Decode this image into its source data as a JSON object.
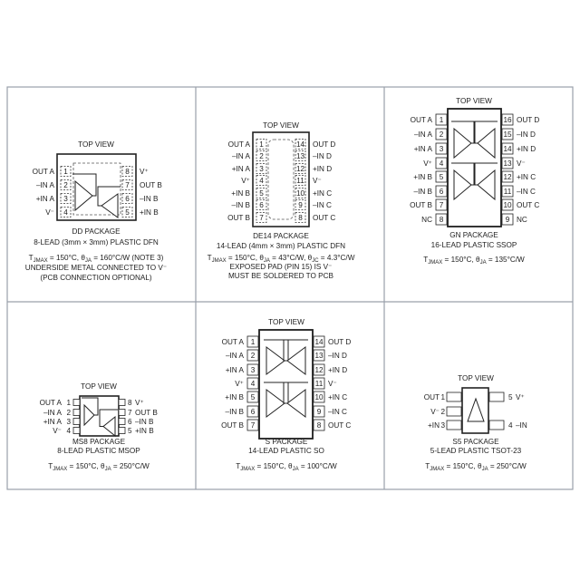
{
  "packages": [
    {
      "top_view": "TOP VIEW",
      "name": "DD PACKAGE",
      "desc": "8-LEAD (3mm × 3mm) PLASTIC DFN",
      "thermal": [
        {
          "t": "T"
        },
        {
          "t": "JMAX",
          "sub": true
        },
        {
          "t": " = 150°C, θ"
        },
        {
          "t": "JA",
          "sub": true
        },
        {
          "t": " = 160°C/W (NOTE 3)"
        }
      ],
      "notes": [
        "UNDERSIDE METAL CONNECTED TO V⁻",
        "(PCB CONNECTION OPTIONAL)"
      ],
      "left_pins": [
        {
          "num": "1",
          "label": "OUT A"
        },
        {
          "num": "2",
          "label": "–IN A"
        },
        {
          "num": "3",
          "label": "+IN A"
        },
        {
          "num": "4",
          "label": "V⁻"
        }
      ],
      "right_pins": [
        {
          "num": "8",
          "label": "V⁺"
        },
        {
          "num": "7",
          "label": "OUT B"
        },
        {
          "num": "6",
          "label": "–IN B"
        },
        {
          "num": "5",
          "label": "+IN B"
        }
      ]
    },
    {
      "top_view": "TOP VIEW",
      "name": "DE14 PACKAGE",
      "desc": "14-LEAD (4mm × 3mm) PLASTIC DFN",
      "thermal": [
        {
          "t": "T"
        },
        {
          "t": "JMAX",
          "sub": true
        },
        {
          "t": " = 150°C, θ"
        },
        {
          "t": "JA",
          "sub": true
        },
        {
          "t": " = 43°C/W, θ"
        },
        {
          "t": "JC",
          "sub": true
        },
        {
          "t": " = 4.3°C/W"
        }
      ],
      "notes": [
        "EXPOSED PAD (PIN 15) IS V⁻",
        "MUST BE SOLDERED TO PCB"
      ],
      "left_pins": [
        {
          "num": "1",
          "label": "OUT A"
        },
        {
          "num": "2",
          "label": "–IN A"
        },
        {
          "num": "3",
          "label": "+IN A"
        },
        {
          "num": "4",
          "label": "V⁺"
        },
        {
          "num": "5",
          "label": "+IN B"
        },
        {
          "num": "6",
          "label": "–IN B"
        },
        {
          "num": "7",
          "label": "OUT B"
        }
      ],
      "right_pins": [
        {
          "num": "14",
          "label": "OUT D"
        },
        {
          "num": "13",
          "label": "–IN D"
        },
        {
          "num": "12",
          "label": "+IN D"
        },
        {
          "num": "11",
          "label": "V⁻"
        },
        {
          "num": "10",
          "label": "+IN C"
        },
        {
          "num": "9",
          "label": "–IN C"
        },
        {
          "num": "8",
          "label": "OUT C"
        }
      ]
    },
    {
      "top_view": "TOP VIEW",
      "name": "GN PACKAGE",
      "desc": "16-LEAD PLASTIC SSOP",
      "thermal": [
        {
          "t": "T"
        },
        {
          "t": "JMAX",
          "sub": true
        },
        {
          "t": " = 150°C, θ"
        },
        {
          "t": "JA",
          "sub": true
        },
        {
          "t": " = 135°C/W"
        }
      ],
      "notes": [],
      "left_pins": [
        {
          "num": "1",
          "label": "OUT A"
        },
        {
          "num": "2",
          "label": "–IN A"
        },
        {
          "num": "3",
          "label": "+IN A"
        },
        {
          "num": "4",
          "label": "V⁺"
        },
        {
          "num": "5",
          "label": "+IN B"
        },
        {
          "num": "6",
          "label": "–IN B"
        },
        {
          "num": "7",
          "label": "OUT B"
        },
        {
          "num": "8",
          "label": "NC"
        }
      ],
      "right_pins": [
        {
          "num": "16",
          "label": "OUT D"
        },
        {
          "num": "15",
          "label": "–IN D"
        },
        {
          "num": "14",
          "label": "+IN D"
        },
        {
          "num": "13",
          "label": "V⁻"
        },
        {
          "num": "12",
          "label": "+IN C"
        },
        {
          "num": "11",
          "label": "–IN C"
        },
        {
          "num": "10",
          "label": "OUT C"
        },
        {
          "num": "9",
          "label": "NC"
        }
      ]
    },
    {
      "top_view": "TOP VIEW",
      "name": "MS8 PACKAGE",
      "desc": "8-LEAD PLASTIC MSOP",
      "thermal": [
        {
          "t": "T"
        },
        {
          "t": "JMAX",
          "sub": true
        },
        {
          "t": " = 150°C, θ"
        },
        {
          "t": "JA",
          "sub": true
        },
        {
          "t": " = 250°C/W"
        }
      ],
      "notes": [],
      "left_pins": [
        {
          "num": "1",
          "label": "OUT A"
        },
        {
          "num": "2",
          "label": "–IN A"
        },
        {
          "num": "3",
          "label": "+IN A"
        },
        {
          "num": "4",
          "label": "V⁻"
        }
      ],
      "right_pins": [
        {
          "num": "8",
          "label": "V⁺"
        },
        {
          "num": "7",
          "label": "OUT B"
        },
        {
          "num": "6",
          "label": "–IN B"
        },
        {
          "num": "5",
          "label": "+IN B"
        }
      ]
    },
    {
      "top_view": "TOP VIEW",
      "name": "S PACKAGE",
      "desc": "14-LEAD PLASTIC SO",
      "thermal": [
        {
          "t": "T"
        },
        {
          "t": "JMAX",
          "sub": true
        },
        {
          "t": " = 150°C, θ"
        },
        {
          "t": "JA",
          "sub": true
        },
        {
          "t": " = 100°C/W"
        }
      ],
      "notes": [],
      "left_pins": [
        {
          "num": "1",
          "label": "OUT A"
        },
        {
          "num": "2",
          "label": "–IN A"
        },
        {
          "num": "3",
          "label": "+IN A"
        },
        {
          "num": "4",
          "label": "V⁺"
        },
        {
          "num": "5",
          "label": "+IN B"
        },
        {
          "num": "6",
          "label": "–IN B"
        },
        {
          "num": "7",
          "label": "OUT B"
        }
      ],
      "right_pins": [
        {
          "num": "14",
          "label": "OUT D"
        },
        {
          "num": "13",
          "label": "–IN D"
        },
        {
          "num": "12",
          "label": "+IN D"
        },
        {
          "num": "11",
          "label": "V⁻"
        },
        {
          "num": "10",
          "label": "+IN C"
        },
        {
          "num": "9",
          "label": "–IN C"
        },
        {
          "num": "8",
          "label": "OUT C"
        }
      ]
    },
    {
      "top_view": "TOP VIEW",
      "name": "S5 PACKAGE",
      "desc": "5-LEAD PLASTIC TSOT-23",
      "thermal": [
        {
          "t": "T"
        },
        {
          "t": "JMAX",
          "sub": true
        },
        {
          "t": " = 150°C, θ"
        },
        {
          "t": "JA",
          "sub": true
        },
        {
          "t": " = 250°C/W"
        }
      ],
      "notes": [],
      "left_pins": [
        {
          "num": "1",
          "label": "OUT"
        },
        {
          "num": "2",
          "label": "V⁻"
        },
        {
          "num": "3",
          "label": "+IN"
        }
      ],
      "right_pins": [
        {
          "num": "5",
          "label": "V⁺"
        },
        {
          "num": "4",
          "label": "–IN"
        }
      ]
    }
  ]
}
